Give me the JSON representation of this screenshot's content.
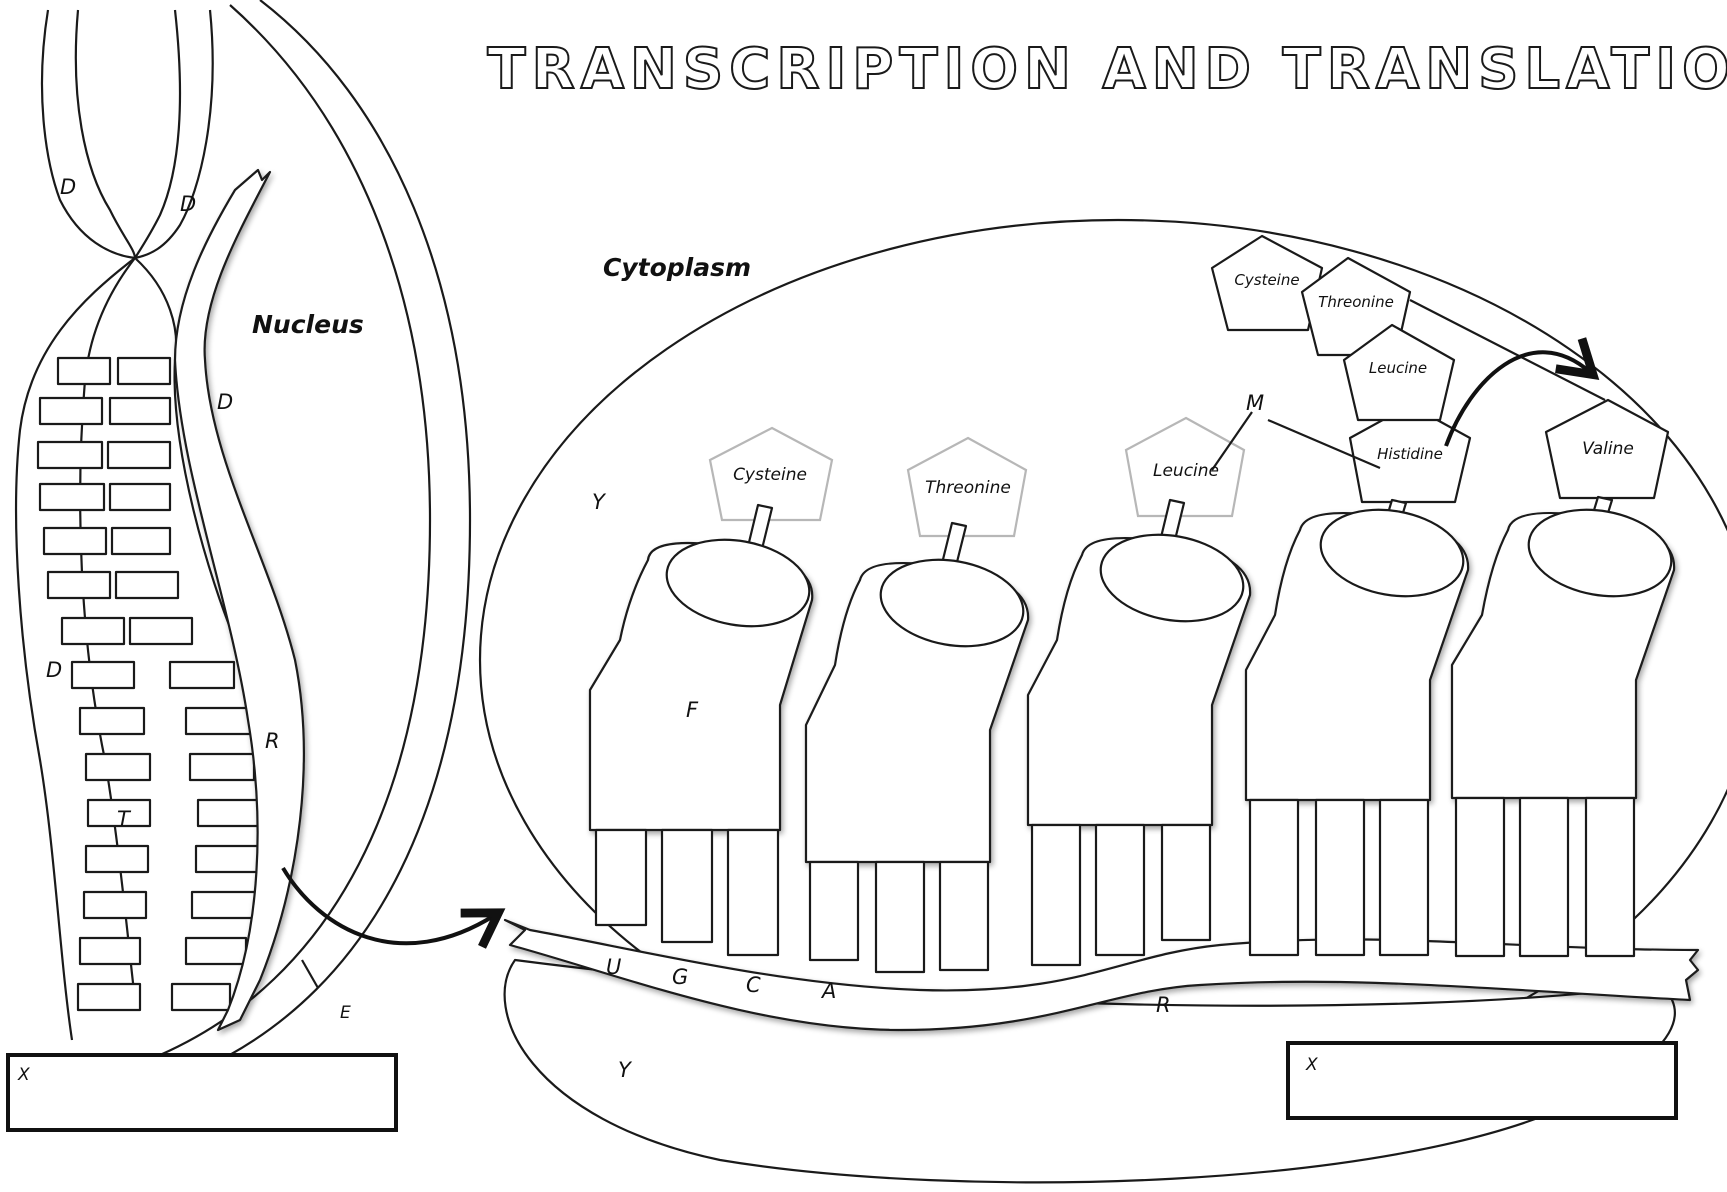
{
  "title": "TRANSCRIPTION AND TRANSLATION",
  "regions": {
    "nucleus": "Nucleus",
    "cytoplasm": "Cytoplasm"
  },
  "letters": {
    "d1": "D",
    "d2": "D",
    "d3": "D",
    "d4": "D",
    "r_left": "R",
    "r_bottom": "R",
    "t": "T",
    "e": "E",
    "y1": "Y",
    "y2": "Y",
    "f": "F",
    "m": "M",
    "x1": "X",
    "x2": "X"
  },
  "bases": [
    "U",
    "G",
    "C",
    "A"
  ],
  "trna_amino_acids": [
    "Cysteine",
    "Threonine",
    "Leucine",
    "Histidine",
    "Valine"
  ],
  "chain_amino_acids": [
    "Cysteine",
    "Threonine",
    "Leucine"
  ]
}
